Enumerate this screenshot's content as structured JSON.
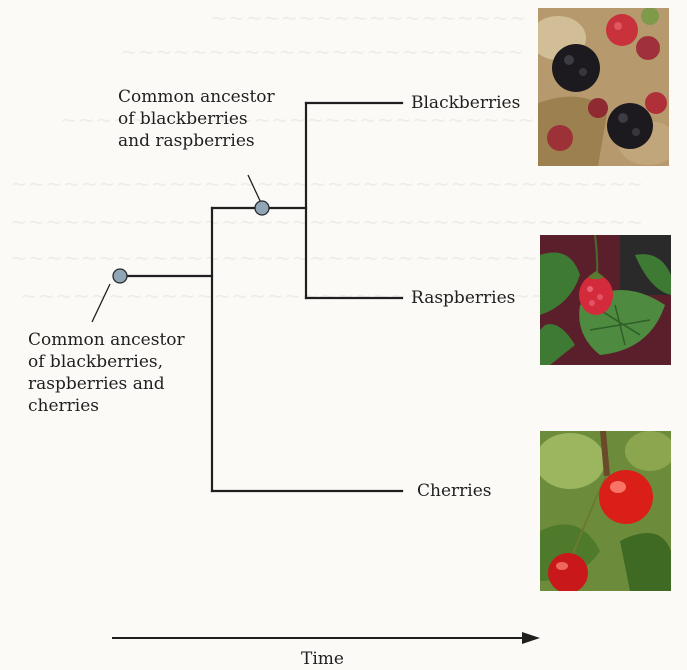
{
  "diagram": {
    "ancestor_top_label": "Common ancestor\nof blackberries\nand raspberries",
    "ancestor_bottom_label": "Common ancestor\nof blackberries,\nraspberries and\ncherries",
    "leaves": [
      "Blackberries",
      "Raspberries",
      "Cherries"
    ],
    "axis_label": "Time"
  },
  "photos": [
    "blackberries-photo",
    "raspberries-photo",
    "cherries-photo"
  ],
  "colors": {
    "line": "#1f1f1f",
    "node": "#8fa6b6",
    "blackberry": "#1c1a1e",
    "raspberry": "#c8323a",
    "cherry": "#d91f17",
    "leaf": "#3f7a35"
  }
}
